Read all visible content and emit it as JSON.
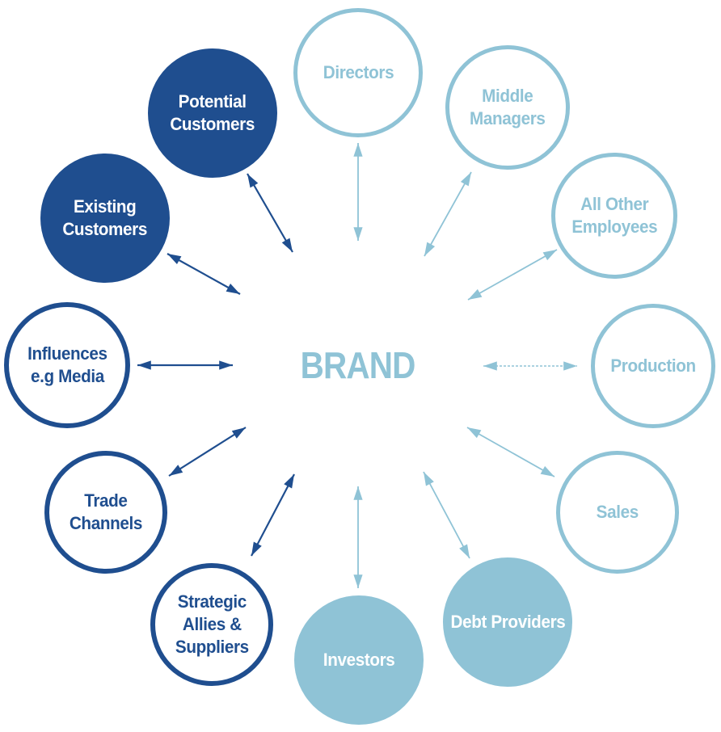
{
  "diagram": {
    "center_label": "BRAND",
    "nodes": [
      {
        "id": "directors",
        "label": "Directors",
        "style": "light-outline"
      },
      {
        "id": "middle-managers",
        "label": "Middle\nManagers",
        "style": "light-outline"
      },
      {
        "id": "all-other-employees",
        "label": "All Other\nEmployees",
        "style": "light-outline"
      },
      {
        "id": "production",
        "label": "Production",
        "style": "light-outline"
      },
      {
        "id": "sales",
        "label": "Sales",
        "style": "light-outline"
      },
      {
        "id": "debt-providers",
        "label": "Debt Providers",
        "style": "light-filled"
      },
      {
        "id": "investors",
        "label": "Investors",
        "style": "light-filled"
      },
      {
        "id": "strategic-allies-suppliers",
        "label": "Strategic\nAllies &\nSuppliers",
        "style": "dark-outline"
      },
      {
        "id": "trade-channels",
        "label": "Trade\nChannels",
        "style": "dark-outline"
      },
      {
        "id": "influences-media",
        "label": "Influences\ne.g Media",
        "style": "dark-outline"
      },
      {
        "id": "existing-customers",
        "label": "Existing\nCustomers",
        "style": "dark-filled"
      },
      {
        "id": "potential-customers",
        "label": "Potential\nCustomers",
        "style": "dark-filled"
      }
    ],
    "connector_type": "double-headed-arrow"
  },
  "colors": {
    "dark_blue": "#1F4E8F",
    "light_blue": "#8FC3D6",
    "background": "#FFFFFF"
  }
}
